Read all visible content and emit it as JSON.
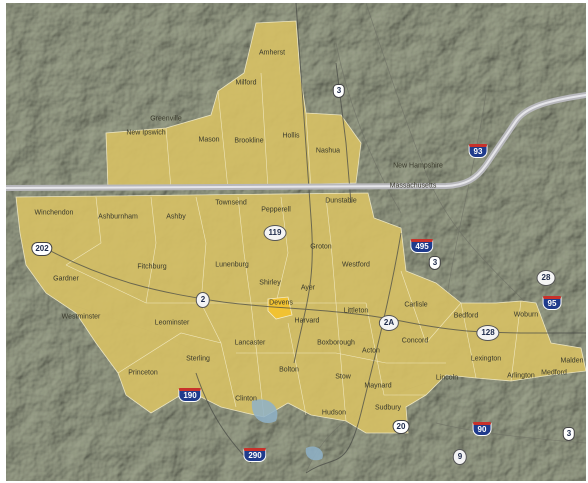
{
  "colors": {
    "region_fill": "#d6c065",
    "region_border": "#f4ecc6",
    "state_line": "#b8b8bc",
    "terrain": "#a9ae9f",
    "water": "#8fb2c9",
    "highlight_town": "#f1c232"
  },
  "town_labels": [
    "Amherst",
    "Milford",
    "Greenville",
    "Mason",
    "Brookline",
    "Hollis",
    "Nashua",
    "New Ipswich",
    "New Hampshire",
    "Massachusetts",
    "Townsend",
    "Pepperell",
    "Dunstable",
    "Winchendon",
    "Ashburnham",
    "Ashby",
    "Groton",
    "Westford",
    "Gardner",
    "Fitchburg",
    "Lunenburg",
    "Shirley",
    "Ayer",
    "Devens",
    "Littleton",
    "Carlisle",
    "Bedford",
    "Woburn",
    "Westminster",
    "Leominster",
    "Harvard",
    "Concord",
    "Lexington",
    "Boxborough",
    "Acton",
    "Lincoln",
    "Arlington",
    "Medford",
    "Princeton",
    "Sterling",
    "Lancaster",
    "Bolton",
    "Stow",
    "Maynard",
    "Sudbury",
    "Hudson",
    "Clinton",
    "Malden"
  ],
  "road_shields": [
    {
      "id": "3",
      "kind": "us"
    },
    {
      "id": "93",
      "kind": "interstate"
    },
    {
      "id": "119",
      "kind": "state"
    },
    {
      "id": "495",
      "kind": "interstate"
    },
    {
      "id": "3",
      "kind": "us"
    },
    {
      "id": "202",
      "kind": "us"
    },
    {
      "id": "28",
      "kind": "state"
    },
    {
      "id": "2",
      "kind": "state"
    },
    {
      "id": "95",
      "kind": "interstate"
    },
    {
      "id": "2A",
      "kind": "state"
    },
    {
      "id": "128",
      "kind": "state"
    },
    {
      "id": "190",
      "kind": "interstate"
    },
    {
      "id": "290",
      "kind": "interstate"
    },
    {
      "id": "20",
      "kind": "us"
    },
    {
      "id": "90",
      "kind": "interstate"
    },
    {
      "id": "9",
      "kind": "state"
    },
    {
      "id": "3",
      "kind": "us"
    }
  ]
}
